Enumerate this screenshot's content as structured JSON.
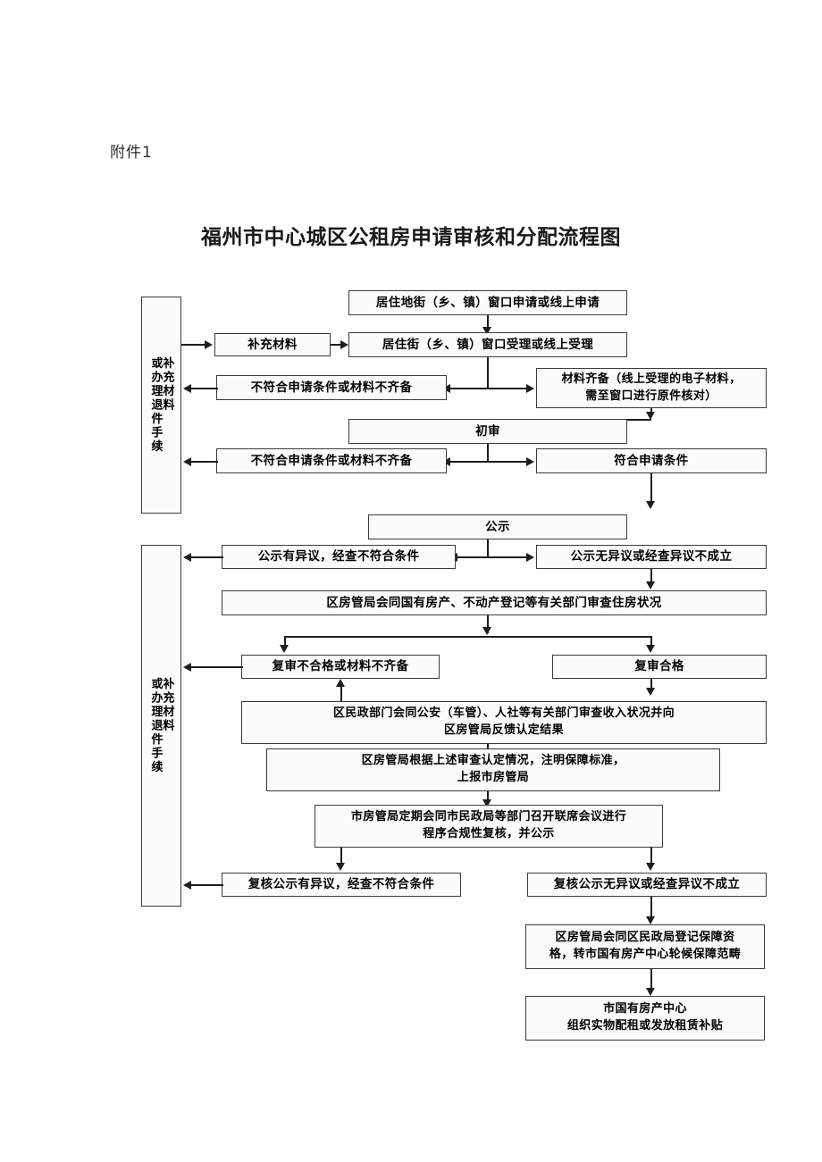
{
  "document": {
    "attachment_label": "附件1",
    "title": "福州市中心城区公租房申请审核和分配流程图"
  },
  "side_columns": [
    {
      "name": "upper-return-column",
      "col_right": "补充材料",
      "col_left": "或办理退件手续"
    },
    {
      "name": "lower-return-column",
      "col_right": "补充材料",
      "col_left": "或办理退件手续"
    }
  ],
  "nodes": {
    "apply": "居住地街（乡、镇）窗口申请或线上申请",
    "supplement_materials": "补充材料",
    "accept": "居住街（乡、镇）窗口受理或线上受理",
    "reject_1": "不符合申请条件或材料不齐备",
    "materials_ready_l1": "材料齐备（线上受理的电子材料，",
    "materials_ready_l2": "需至窗口进行原件核对）",
    "first_review": "初审",
    "reject_2": "不符合申请条件或材料不齐备",
    "meets_conditions": "符合申请条件",
    "publicity": "公示",
    "publicity_objection": "公示有异议，经查不符合条件",
    "publicity_no_objection": "公示无异议或经查异议不成立",
    "housing_bureau_check": "区房管局会同国有房产、不动产登记等有关部门审查住房状况",
    "recheck_fail": "复审不合格或材料不齐备",
    "recheck_pass": "复审合格",
    "civil_affairs_l1": "区民政部门会同公安（车管）、人社等有关部门审查收入状况并向",
    "civil_affairs_l2": "区房管局反馈认定结果",
    "district_report_l1": "区房管局根据上述审查认定情况，注明保障标准，",
    "district_report_l2": "上报市房管局",
    "city_joint_meeting_l1": "市房管局定期会同市民政局等部门召开联席会议进行",
    "city_joint_meeting_l2": "程序合规性复核，并公示",
    "recheck_publicity_objection": "复核公示有异议，经查不符合条件",
    "recheck_publicity_no_objection": "复核公示无异议或经查异议不成立",
    "register_qualification_l1": "区房管局会同区民政局登记保障资",
    "register_qualification_l2": "格，转市国有房产中心轮候保障范畴",
    "final_allocation_l1": "市国有房产中心",
    "final_allocation_l2": "组织实物配租或发放租赁补贴"
  },
  "colors": {
    "page_background": "#ffffff",
    "box_fill": "#fbfbfb",
    "box_border": "#3b3b3b",
    "connector": "#1d1d1d",
    "text": "#000000"
  }
}
